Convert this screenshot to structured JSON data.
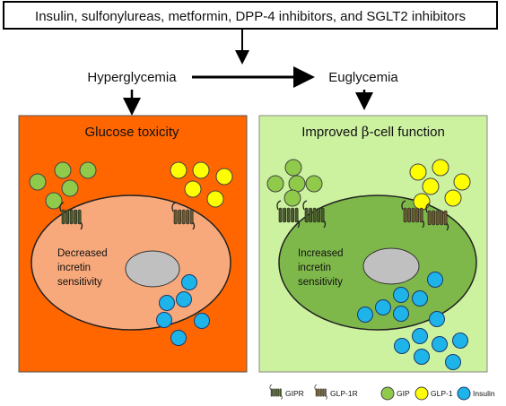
{
  "top_box": {
    "text": "Insulin, sulfonylureas, metformin, DPP-4 inhibitors, and SGLT2 inhibitors"
  },
  "states": {
    "left": "Hyperglycemia",
    "right": "Euglycemia"
  },
  "left_panel": {
    "title": "Glucose toxicity",
    "cell_label": [
      "Decreased",
      "incretin",
      "sensitivity"
    ],
    "bg_color": "#ff6600",
    "cell_color": "#f8a97c"
  },
  "right_panel": {
    "title_prefix": "Improved ",
    "title_beta": "β",
    "title_suffix": "-cell function",
    "cell_label": [
      "Increased",
      "incretin",
      "sensitivity"
    ],
    "bg_color": "#ccf2a0",
    "cell_color": "#7fb84a"
  },
  "legend": {
    "gipr": "GIPR",
    "glp1r": "GLP-1R",
    "gip": "GIP",
    "glp1": "GLP-1",
    "insulin": "Insulin"
  },
  "colors": {
    "gip": "#8fca4a",
    "glp1": "#ffff00",
    "insulin": "#1eb4ea",
    "nucleus": "#c0c0c0",
    "gipr_receptor": "#4a5a2a",
    "glp1r_receptor": "#6b5a30"
  }
}
